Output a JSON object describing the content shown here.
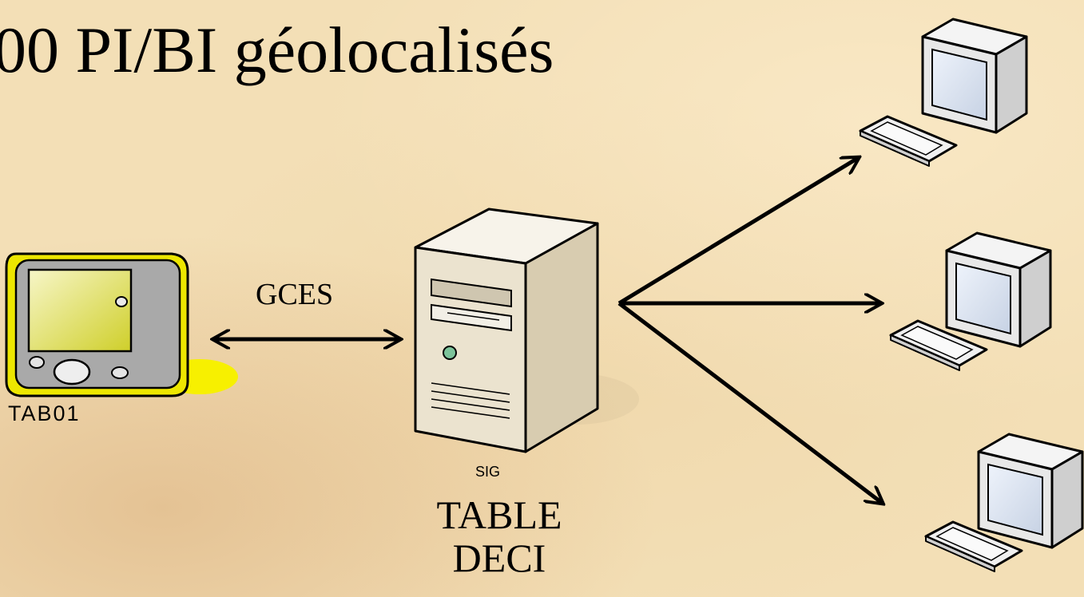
{
  "title": "00 PI/BI géolocalisés",
  "tablet": {
    "label": "TAB01",
    "icon": "tablet-icon"
  },
  "link": {
    "label": "GCES"
  },
  "server": {
    "label": "SIG",
    "caption_line1": "TABLE",
    "caption_line2": "DECI",
    "icon": "server-icon"
  },
  "clients": [
    {
      "icon": "computer-icon"
    },
    {
      "icon": "computer-icon"
    },
    {
      "icon": "computer-icon"
    }
  ],
  "colors": {
    "background": "#f3dfb6",
    "tablet": "#f0ee20",
    "server": "#ece4d2",
    "arrow": "#000000"
  }
}
